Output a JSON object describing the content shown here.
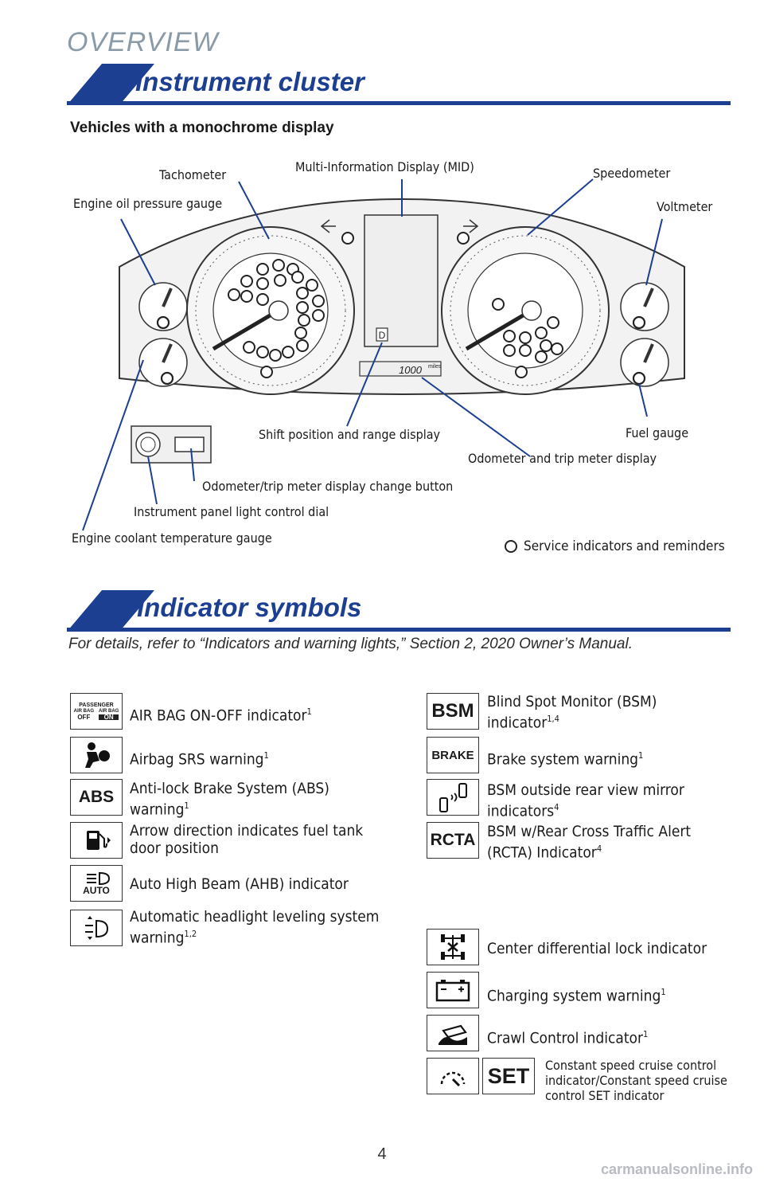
{
  "header": {
    "overview": "OVERVIEW"
  },
  "cluster_section": {
    "title": "Instrument cluster",
    "subheading": "Vehicles with a monochrome display",
    "labels": {
      "tachometer": "Tachometer",
      "mid": "Multi-Information Display (MID)",
      "speedometer": "Speedometer",
      "oil_pressure": "Engine oil pressure gauge",
      "voltmeter": "Voltmeter",
      "shift_position": "Shift position and range display",
      "fuel_gauge": "Fuel gauge",
      "odometer_display": "Odometer and trip meter display",
      "odo_button": "Odometer/trip meter display change button",
      "light_dial": "Instrument panel light control dial",
      "coolant": "Engine coolant temperature gauge",
      "service": "Service indicators and reminders"
    },
    "display_readout": {
      "gear": "D",
      "odo_value": "1000",
      "odo_unit": "miles"
    }
  },
  "indicator_section": {
    "title": "Indicator symbols",
    "note": "For details, refer to “Indicators and warning lights,” Section 2, 2020 Owner’s Manual.",
    "left": [
      {
        "text": "AIR BAG ON-OFF indicator",
        "sup": "1",
        "icon": "airbag-on-off-icon",
        "icon_text": {
          "top": "PASSENGER",
          "l1": "AIR BAG",
          "l2": "OFF",
          "r1": "AIR BAG",
          "r2": "ON"
        }
      },
      {
        "text": "Airbag SRS warning",
        "sup": "1",
        "icon": "airbag-srs-icon"
      },
      {
        "text": "Anti-lock Brake System (ABS) warning",
        "sup": "1",
        "icon": "abs-icon",
        "icon_text": "ABS"
      },
      {
        "text": "Arrow direction indicates fuel tank door position",
        "sup": "",
        "icon": "fuel-door-icon"
      },
      {
        "text": "Auto High Beam (AHB) indicator",
        "sup": "",
        "icon": "auto-high-beam-icon",
        "icon_text": "AUTO"
      },
      {
        "text": "Automatic headlight leveling system warning",
        "sup": "1,2",
        "icon": "headlight-leveling-icon"
      }
    ],
    "right": [
      {
        "text": "Blind Spot Monitor (BSM) indicator",
        "sup": "1,4",
        "icon": "bsm-icon",
        "icon_text": "BSM"
      },
      {
        "text": "Brake system warning",
        "sup": "1",
        "icon": "brake-icon",
        "icon_text": "BRAKE"
      },
      {
        "text": "BSM outside rear view mirror indicators",
        "sup": "4",
        "icon": "bsm-mirror-icon"
      },
      {
        "text": "BSM w/Rear Cross Traffic Alert (RCTA) Indicator",
        "sup": "4",
        "icon": "rcta-icon",
        "icon_text": "RCTA"
      },
      {
        "text": "Center differential lock indicator",
        "sup": "",
        "icon": "center-diff-lock-icon"
      },
      {
        "text": "Charging system warning",
        "sup": "1",
        "icon": "battery-icon"
      },
      {
        "text": "Crawl Control indicator",
        "sup": "1",
        "icon": "crawl-control-icon"
      },
      {
        "text": "Constant speed cruise control indicator/Constant speed cruise control SET indicator",
        "sup": "",
        "icon": "cruise-control-icon",
        "icon_text": "SET"
      }
    ]
  },
  "footer": {
    "page": "4",
    "watermark": "carmanualsonline.info"
  }
}
